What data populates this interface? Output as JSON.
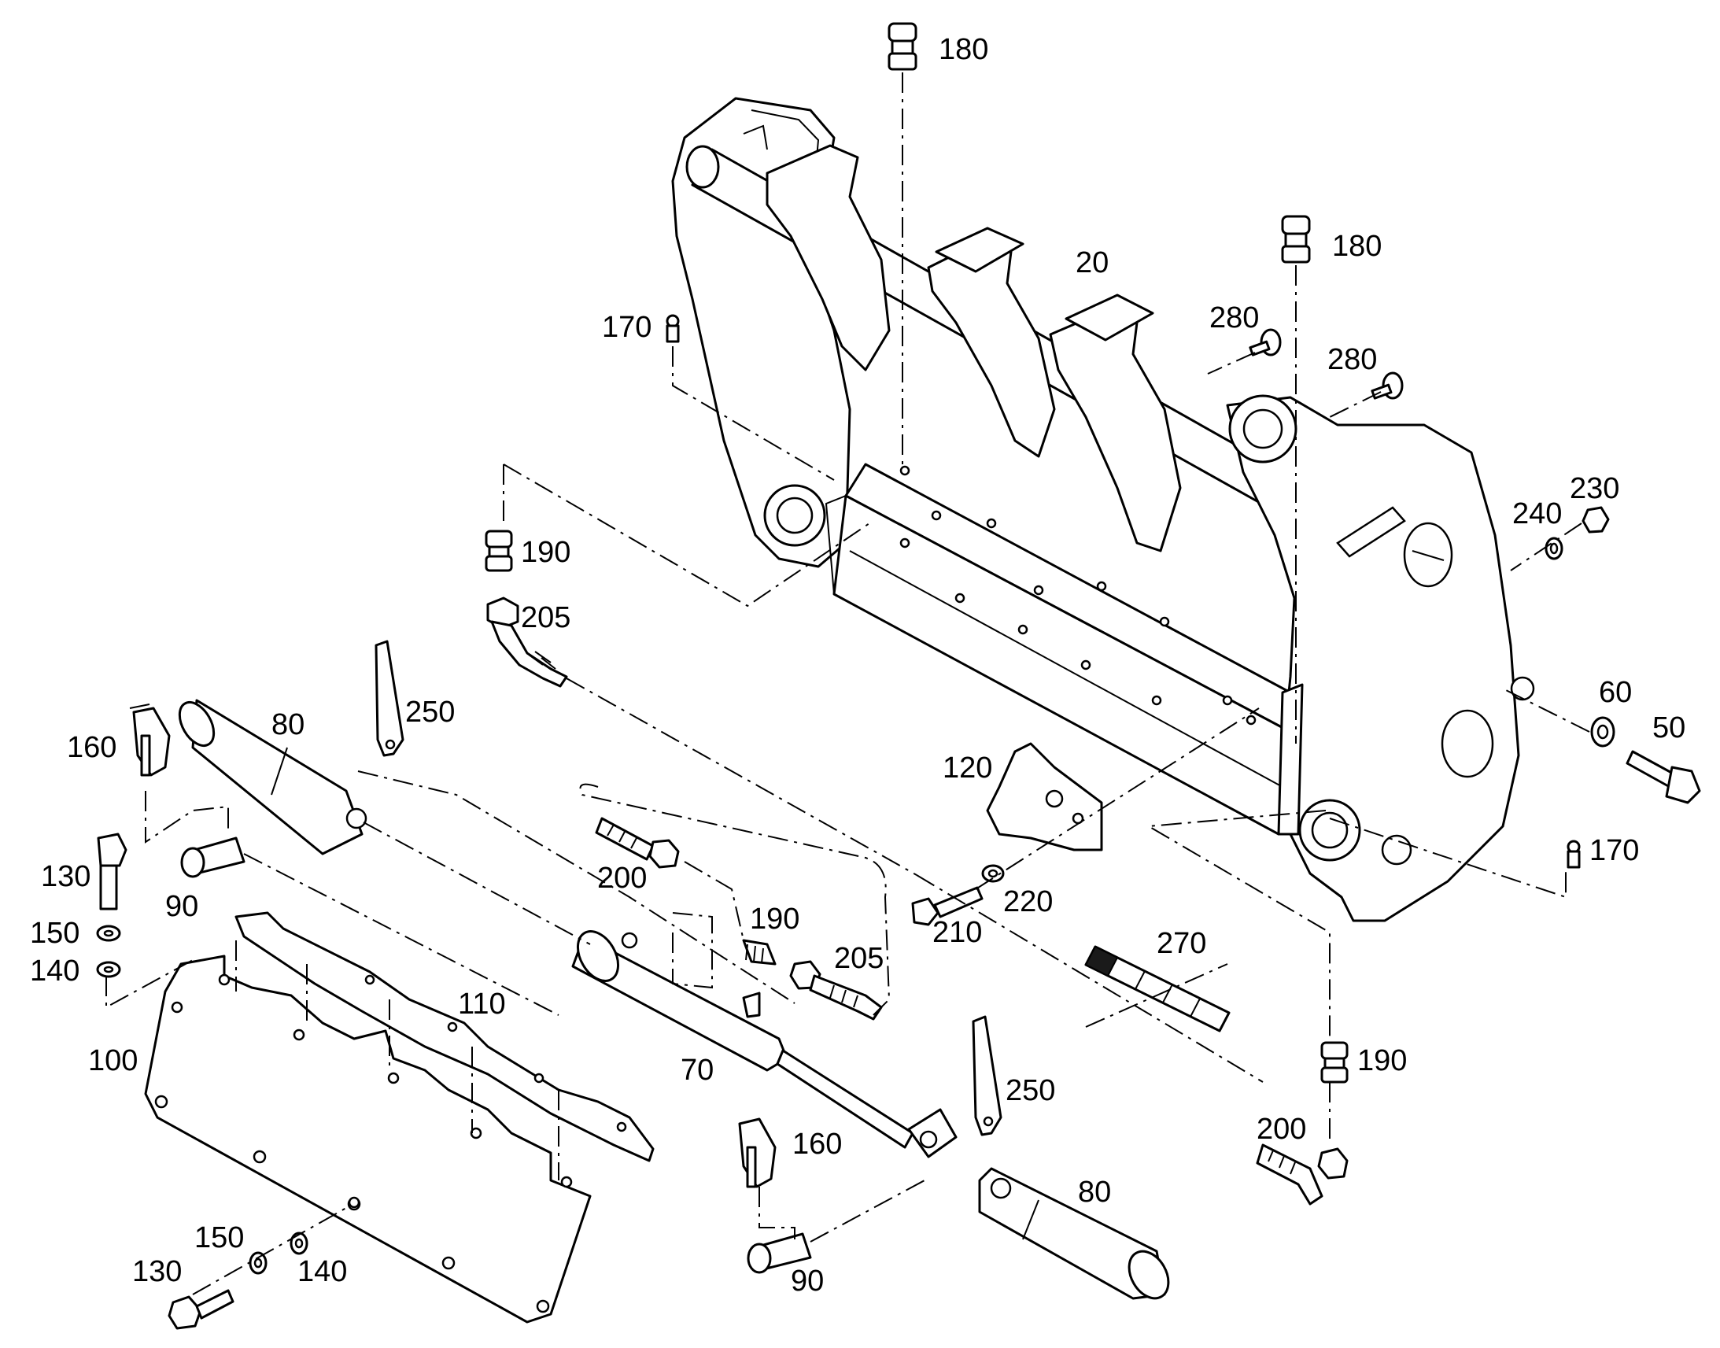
{
  "diagram": {
    "colors": {
      "line": "#000000",
      "background": "#ffffff"
    },
    "callouts": [
      {
        "id": "c180a",
        "label": "180"
      },
      {
        "id": "c180b",
        "label": "180"
      },
      {
        "id": "c20",
        "label": "20"
      },
      {
        "id": "c170a",
        "label": "170"
      },
      {
        "id": "c280a",
        "label": "280"
      },
      {
        "id": "c280b",
        "label": "280"
      },
      {
        "id": "c230",
        "label": "230"
      },
      {
        "id": "c240",
        "label": "240"
      },
      {
        "id": "c190a",
        "label": "190"
      },
      {
        "id": "c205a",
        "label": "205"
      },
      {
        "id": "c250a",
        "label": "250"
      },
      {
        "id": "c80a",
        "label": "80"
      },
      {
        "id": "c160a",
        "label": "160"
      },
      {
        "id": "c60",
        "label": "60"
      },
      {
        "id": "c50",
        "label": "50"
      },
      {
        "id": "c120",
        "label": "120"
      },
      {
        "id": "c130a",
        "label": "130"
      },
      {
        "id": "c90a",
        "label": "90"
      },
      {
        "id": "c200a",
        "label": "200"
      },
      {
        "id": "c170b",
        "label": "170"
      },
      {
        "id": "c150a",
        "label": "150"
      },
      {
        "id": "c140a",
        "label": "140"
      },
      {
        "id": "c190b",
        "label": "190"
      },
      {
        "id": "c220",
        "label": "220"
      },
      {
        "id": "c210",
        "label": "210"
      },
      {
        "id": "c270",
        "label": "270"
      },
      {
        "id": "c205b",
        "label": "205"
      },
      {
        "id": "c110",
        "label": "110"
      },
      {
        "id": "c100",
        "label": "100"
      },
      {
        "id": "c70",
        "label": "70"
      },
      {
        "id": "c190c",
        "label": "190"
      },
      {
        "id": "c250b",
        "label": "250"
      },
      {
        "id": "c160b",
        "label": "160"
      },
      {
        "id": "c200b",
        "label": "200"
      },
      {
        "id": "c80b",
        "label": "80"
      },
      {
        "id": "c150b",
        "label": "150"
      },
      {
        "id": "c130b",
        "label": "130"
      },
      {
        "id": "c140b",
        "label": "140"
      },
      {
        "id": "c90b",
        "label": "90"
      }
    ]
  }
}
